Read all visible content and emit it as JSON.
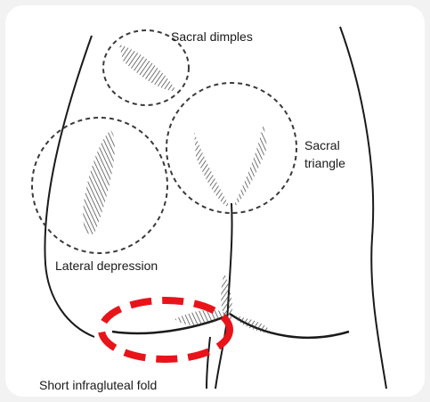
{
  "labels": {
    "sacral_dimples": "Sacral dimples",
    "sacral_triangle_line1": "Sacral",
    "sacral_triangle_line2": "triangle",
    "lateral_depression": "Lateral depression",
    "short_infragluteal_fold": "Short infragluteal fold"
  },
  "colors": {
    "background": "#f2f2f2",
    "panel": "#ffffff",
    "line": "#1a1a1a",
    "dashed_circle": "#3a3a3a",
    "highlight": "#e8141a"
  }
}
